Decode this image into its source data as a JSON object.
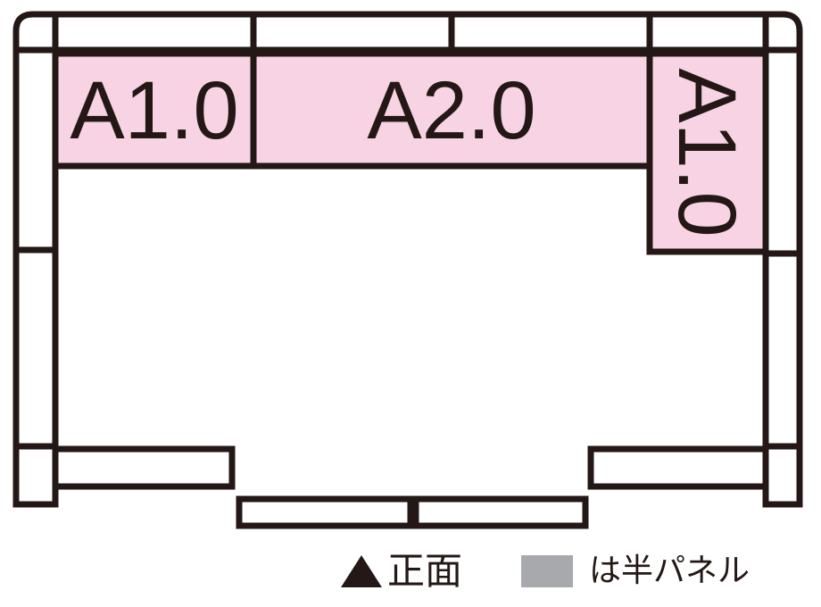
{
  "units": [
    {
      "id": "unit-left",
      "label": "A1.0"
    },
    {
      "id": "unit-center",
      "label": "A2.0"
    },
    {
      "id": "unit-right",
      "label": "A1.0"
    }
  ],
  "legend": {
    "front_label": "正面",
    "half_panel_label": "は半パネル"
  },
  "colors": {
    "unit_fill": "#f8d3e4",
    "half_panel": "#a7a9ac",
    "line": "#231815"
  }
}
